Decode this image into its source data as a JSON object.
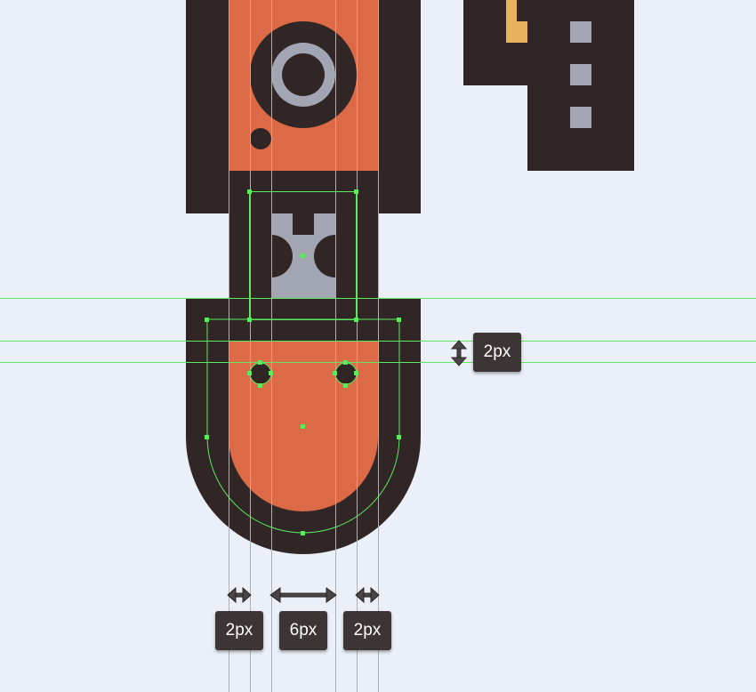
{
  "colors": {
    "background": "#eaeff8",
    "outline": "#302626",
    "orange": "#dc6a46",
    "grey": "#a2a6b3",
    "gold": "#e8b15d",
    "guide": "#5eea5e",
    "tooltip": "#3d3535",
    "tooltip_text": "#ffffff"
  },
  "measurements": {
    "vertical_gap": "2px",
    "left_gap": "2px",
    "middle_gap": "6px",
    "right_gap": "2px"
  }
}
